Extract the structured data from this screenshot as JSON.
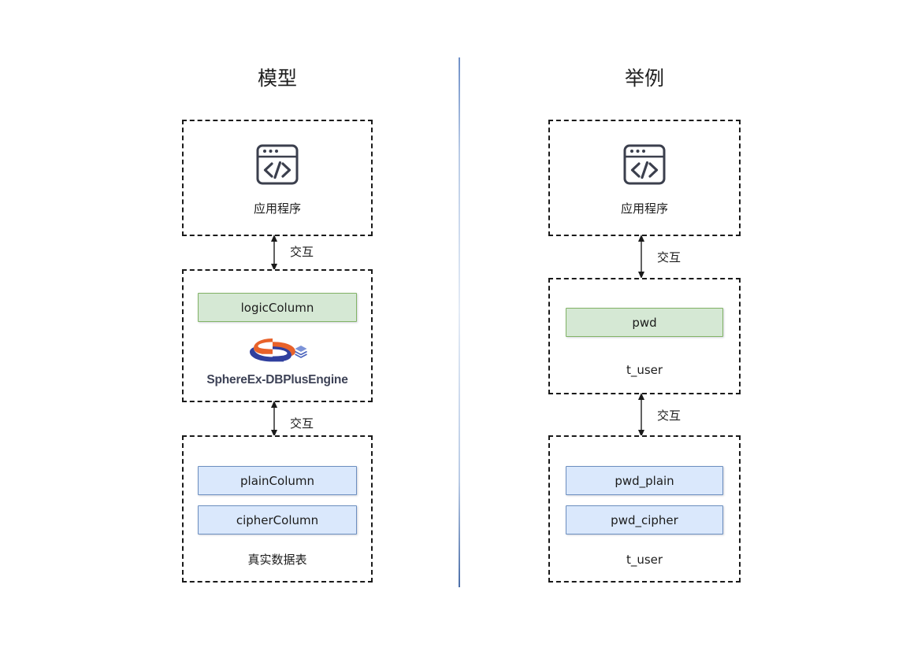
{
  "columns": [
    {
      "key": "model",
      "title": "模型"
    },
    {
      "key": "example",
      "title": "举例"
    }
  ],
  "model_column": {
    "app_layer": {
      "icon": "code-window-icon",
      "caption": "应用程序"
    },
    "engine_layer": {
      "logic_chip": "logicColumn",
      "logo_icon": "sphereex-logo-icon",
      "brand": "SphereEx-DBPlusEngine"
    },
    "storage_layer": {
      "chips": [
        "plainColumn",
        "cipherColumn"
      ],
      "caption": "真实数据表"
    },
    "connectors": [
      {
        "label": "交互",
        "from": "app_layer",
        "to": "engine_layer",
        "arrow": "double"
      },
      {
        "label": "交互",
        "from": "engine_layer",
        "to": "storage_layer",
        "arrow": "double"
      }
    ]
  },
  "example_column": {
    "app_layer": {
      "icon": "code-window-icon",
      "caption": "应用程序"
    },
    "engine_layer": {
      "logic_chip": "pwd",
      "caption": "t_user"
    },
    "storage_layer": {
      "chips": [
        "pwd_plain",
        "pwd_cipher"
      ],
      "caption": "t_user"
    },
    "connectors": [
      {
        "label": "交互",
        "from": "app_layer",
        "to": "engine_layer",
        "arrow": "double"
      },
      {
        "label": "交互",
        "from": "engine_layer",
        "to": "storage_layer",
        "arrow": "double"
      }
    ]
  },
  "colors": {
    "green_fill": "#d5e8d4",
    "green_border": "#82b366",
    "blue_fill": "#dae8fc",
    "blue_border": "#6c8ebf",
    "brand_orange": "#e8622a",
    "brand_blue": "#2f3f9e",
    "brand_text": "#3d4256",
    "divider": "#6f90c8",
    "layer_border": "#1a1a1a"
  }
}
